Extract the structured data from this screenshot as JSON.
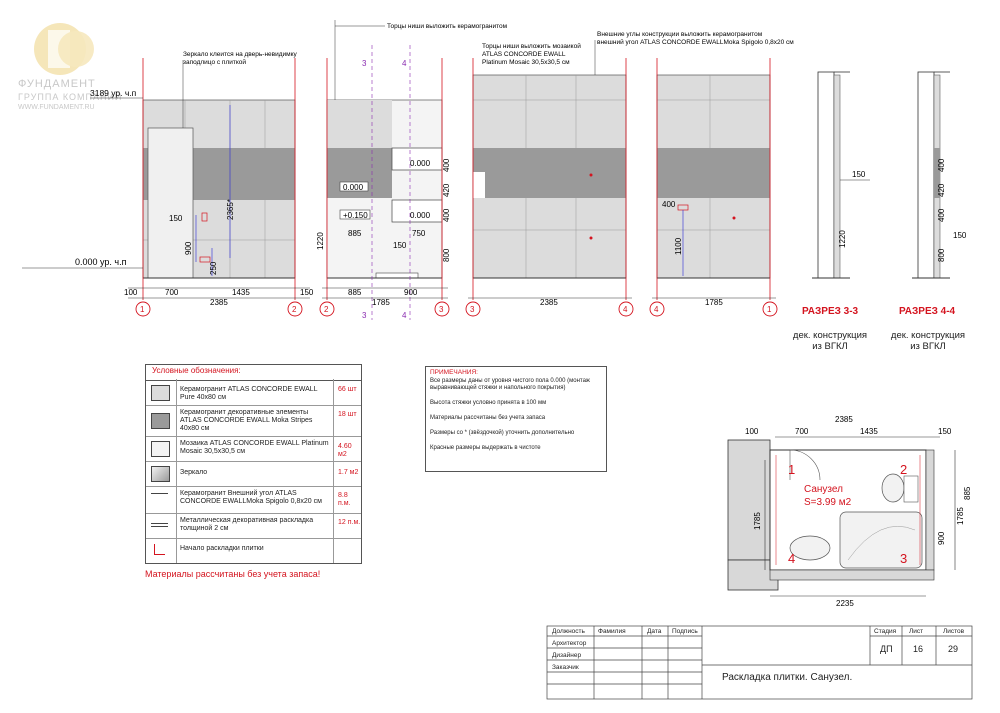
{
  "logo": {
    "brand": "ФУНДАМЕНТ",
    "group": "ГРУППА КОМПАНИЙ",
    "site": "WWW.FUNDAMENT.RU"
  },
  "callouts": {
    "mirror_note": "Зеркало клеится на дверь-невидимку заподлицо с плиткой",
    "niche_ends_porcelain": "Торцы ниши выложить керамогранитом",
    "niche_ends_mosaic": "Торцы ниши выложить мозаикой ATLAS CONCORDE EWALL Platinum Mosaic 30,5x30,5 см",
    "outer_corners": "Внешние углы конструкции выложить керамогранитом внешний угол ATLAS CONCORDE EWALLMoka Spigolo 0,8x20 см"
  },
  "levels": {
    "top_level": "3189 ур. ч.п",
    "floor_level": "0.000 ур. ч.п",
    "mark_0000": "0.000",
    "mark_0150": "+0.150"
  },
  "dims": {
    "d100": "100",
    "d700": "700",
    "d1435": "1435",
    "d2385": "2385",
    "d150": "150",
    "d885": "885",
    "d900": "900",
    "d1785": "1785",
    "d750": "750",
    "d1220": "1220",
    "d2365": "2365*",
    "d250": "250",
    "d400": "400",
    "d420": "420",
    "d800": "800",
    "d1100": "1100",
    "d2235": "2235"
  },
  "axes": [
    "1",
    "2",
    "3",
    "4"
  ],
  "section_marks": [
    "3",
    "4"
  ],
  "sections": {
    "s33_title": "РАЗРЕЗ 3-3",
    "s44_title": "РАЗРЕЗ 4-4",
    "subtitle_line1": "дек. конструкция",
    "subtitle_line2": "из ВГКЛ"
  },
  "legend": {
    "title": "Условные обозначения:",
    "rows": [
      {
        "text": "Керамогранит ATLAS CONCORDE EWALL Pure 40x80 см",
        "qty": "66 шт",
        "swatch": "#dcdcdc"
      },
      {
        "text": "Керамогранит декоративные элементы ATLAS CONCORDE EWALL Moka Stripes 40x80 см",
        "qty": "18 шт",
        "swatch": "#9a9a9a"
      },
      {
        "text": "Мозаика ATLAS CONCORDE EWALL Platinum Mosaic 30,5x30,5 см",
        "qty": "4.60 м2",
        "swatch": "#f4f4f4"
      },
      {
        "text": "Зеркало",
        "qty": "1.7 м2",
        "swatch": "#cfcfcf"
      },
      {
        "text": "Керамогранит Внешний угол ATLAS CONCORDE EWALLMoka Spigolo 0,8x20 см",
        "qty": "8.8 п.м.",
        "swatch": "#ffffff"
      },
      {
        "text": "Металлическая декоративная раскладка толщиной 2 см",
        "qty": "12 п.м.",
        "swatch": "#ffffff"
      },
      {
        "text": "Начало раскладки плитки",
        "qty": "",
        "swatch": "#ffffff"
      }
    ],
    "footnote": "Материалы рассчитаны без учета запаса!"
  },
  "notes": {
    "title": "ПРИМЕЧАНИЯ:",
    "items": [
      "Все размеры даны от уровня чистого пола 0.000 (монтаж выравнивающей стяжки и напольного покрытия)",
      "Высота стяжки условно принята в 100 мм",
      "Материалы рассчитаны без учета запаса",
      "Размеры со * (звёздочкой) уточнить дополнительно",
      "Красные размеры выдержать в чистоте"
    ]
  },
  "plan": {
    "room_name": "Санузел",
    "room_area": "S=3.99 м2",
    "corners": [
      "1",
      "2",
      "3",
      "4"
    ]
  },
  "stamp": {
    "col_position": "Должность",
    "col_surname": "Фамилия",
    "col_date": "Дата",
    "col_sign": "Подпись",
    "row_architect": "Архитектор",
    "row_designer": "Дизайнер",
    "row_customer": "Заказчик",
    "title": "Раскладка плитки. Санузел.",
    "stage_label": "Стадия",
    "sheet_label": "Лист",
    "sheets_label": "Листов",
    "stage": "ДП",
    "sheet": "16",
    "sheets": "29"
  },
  "colors": {
    "red": "#d4141f",
    "tile_light": "#dcdcdc",
    "tile_dark": "#9a9a9a",
    "mosaic": "#f4f4f4"
  }
}
